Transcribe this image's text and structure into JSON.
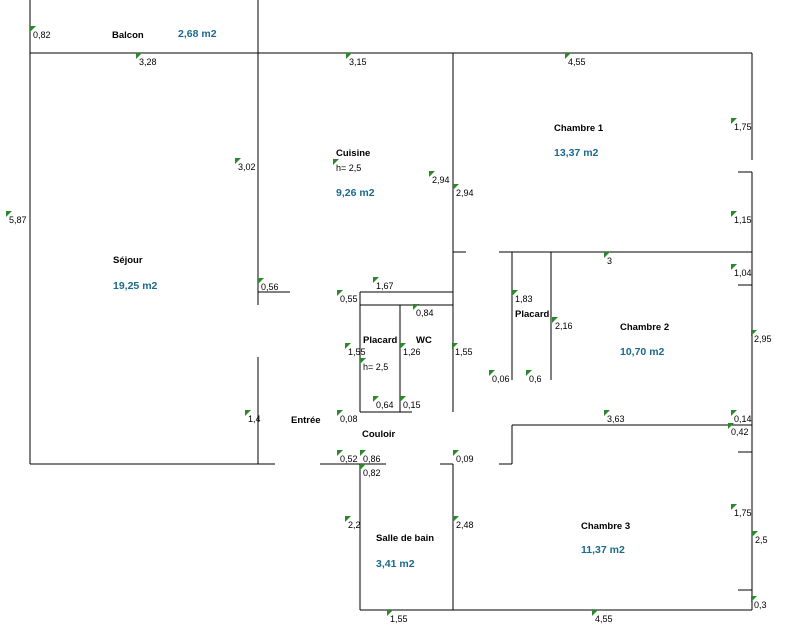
{
  "plan": {
    "colors": {
      "wall": "#000000",
      "area_text": "#1a6a8c",
      "marker": "#2a8a2a",
      "background": "#ffffff"
    },
    "rooms": [
      {
        "id": "balcon",
        "name": "Balcon",
        "area": "2,68 m2"
      },
      {
        "id": "sejour",
        "name": "Séjour",
        "area": "19,25 m2"
      },
      {
        "id": "cuisine",
        "name": "Cuisine",
        "height": "h= 2,5",
        "area": "9,26 m2"
      },
      {
        "id": "chambre1",
        "name": "Chambre 1",
        "area": "13,37 m2"
      },
      {
        "id": "chambre2",
        "name": "Chambre 2",
        "area": "10,70 m2"
      },
      {
        "id": "chambre3",
        "name": "Chambre 3",
        "area": "11,37 m2"
      },
      {
        "id": "placard-left",
        "name": "Placard",
        "height": "h= 2,5"
      },
      {
        "id": "wc",
        "name": "WC"
      },
      {
        "id": "placard-right",
        "name": "Placard"
      },
      {
        "id": "entree",
        "name": "Entrée"
      },
      {
        "id": "couloir",
        "name": "Couloir"
      },
      {
        "id": "sdb",
        "name": "Salle de bain",
        "area": "3,41 m2"
      }
    ],
    "dimensions": [
      "0,82",
      "3,28",
      "3,15",
      "4,55",
      "1,75",
      "3,02",
      "2,94",
      "2,94",
      "5,87",
      "1,15",
      "3",
      "1,04",
      "0,56",
      "1,67",
      "0,55",
      "0,84",
      "1,83",
      "2,16",
      "1,55",
      "1,26",
      "1,55",
      "2,95",
      "0,06",
      "0,6",
      "1,4",
      "0,08",
      "0,64",
      "0,15",
      "3,63",
      "0,14",
      "0,42",
      "0,52",
      "0,86",
      "0,82",
      "0,09",
      "1,75",
      "2,2",
      "2,48",
      "2,5",
      "0,3",
      "1,55",
      "4,55"
    ]
  }
}
